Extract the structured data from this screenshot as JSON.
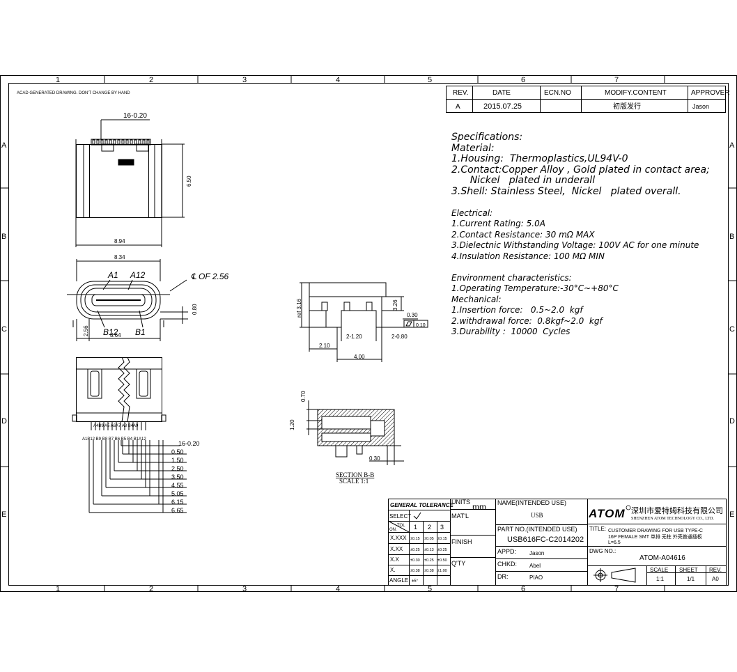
{
  "header_note": "ACAD GENERATED DRAWING. DON'T CHANGE BY HAND",
  "grid": {
    "columns": [
      "1",
      "2",
      "3",
      "4",
      "5",
      "6",
      "7"
    ],
    "rows": [
      "A",
      "B",
      "C",
      "D",
      "E"
    ]
  },
  "revision": {
    "headers": [
      "REV.",
      "DATE",
      "ECN.NO",
      "MODIFY.CONTENT",
      "APPROVER"
    ],
    "row": [
      "A",
      "2015.07.25",
      "",
      "初版发行",
      "Jason"
    ]
  },
  "specs": {
    "lines": [
      "Specifications:",
      "Material:",
      "1.Housing:  Thermoplastics,UL94V-0",
      "2.Contact:Copper Alloy , Gold plated in contact area;",
      "      Nickel   plated in underall",
      "3.Shell: Stainless Steel,  Nickel   plated overall.",
      "",
      "Electrical:",
      "1.Current Rating: 5.0A",
      "2.Contact Resistance: 30 mΩ MAX",
      "3.Dielectnic Withstanding Voltage: 100V AC for one minute",
      "4.Insulation Resistance: 100 MΩ MIN",
      "",
      "Environment characteristics:",
      "1.Operating Temperature:-30°C~+80°C",
      "Mechanical:",
      "1.Insertion force:   0.5~2.0  kgf",
      "2.withdrawal force:  0.8kgf~2.0  kgf",
      "3.Durability :  10000  Cycles"
    ]
  },
  "dims": {
    "top_w": "16-0.20",
    "top_h": "6.50",
    "top_total": "8.94",
    "front_w": "8.34",
    "front_bottom": "8.64",
    "a1": "A1",
    "a12": "A12",
    "b12": "B12",
    "b1": "B1",
    "center": "℄  OF  2.56",
    "h080": "0.80",
    "h256": "2.56",
    "side_ref": "ref 3.16",
    "side_326": "3.26",
    "side_030": "0.30",
    "side_tol": "0.10",
    "side_2_120": "2-1.20",
    "side_2_080": "2-0.80",
    "side_210": "2.10",
    "side_400": "4.00",
    "sec_070": "0.70",
    "sec_120": "1.20",
    "sec_030": "0.30",
    "section_title": "SECTION B-B",
    "section_scale": "SCALE 1:1",
    "pin_labels": "A1B12 B9 B8 B7 B6 B5 B4 B1A12",
    "pin_labels_top": "A4B9 A5 A6A7 A8 B4A9",
    "pitch": [
      "16-0.20",
      "0.50",
      "1.50",
      "2.50",
      "3.50",
      "4.55",
      "5.05",
      "6.15",
      "6.65"
    ]
  },
  "title_block": {
    "general_tolerance": "GENERAL TOLERANCE",
    "select": "SELECT",
    "tol": "TOL",
    "on": "ON.",
    "cols": [
      "1",
      "2",
      "3"
    ],
    "rows": [
      {
        "k": "X.XXX",
        "v": [
          "±0.15",
          "±0.05",
          "±0.15"
        ]
      },
      {
        "k": "X.XX",
        "v": [
          "±0.25",
          "±0.13",
          "±0.25"
        ]
      },
      {
        "k": "X.X",
        "v": [
          "±0.30",
          "±0.25",
          "±0.50"
        ]
      },
      {
        "k": "X.",
        "v": [
          "±0.38",
          "±0.38",
          "±1.00"
        ]
      },
      {
        "k": "ANGLE",
        "v": [
          "±5°",
          "",
          ""
        ]
      }
    ],
    "units_label": "UNITS",
    "units_val": "mm",
    "matl": "MAT'L",
    "finish": "FINISH",
    "qty": "Q'TY",
    "name_label": "NAME(INTENDED USE)",
    "name_val": "USB",
    "part_label": "PART NO.(INTENDED USE)",
    "part_val": "USB616FC-C2014202",
    "appd_label": "APPD:",
    "appd_val": "Jason",
    "chkd_label": "CHKD:",
    "chkd_val": "Abel",
    "dr_label": "DR:",
    "dr_val": "PIAO",
    "company_logo": "ATOM",
    "company_cn": "深圳市爱特姆科技有限公司",
    "company_en": "SHENZHEN ATOM TECHNOLOGY CO., LTD.",
    "title_label": "TITLE:",
    "title_val1": "CUSTOMER DRAWING FOR USB  TYPE-C",
    "title_val2": "16P  FEMALE SMT  单排 无柱 外壳普通插板",
    "title_val3": "L=6.5",
    "dwg_label": "DWG NO.:",
    "dwg_val": "ATOM-A04616",
    "scale_label": "SCALE",
    "sheet_label": "SHEET",
    "rev_label": "REV.",
    "scale_val": "1:1",
    "sheet_val": "1/1",
    "rev_val": "A0"
  }
}
